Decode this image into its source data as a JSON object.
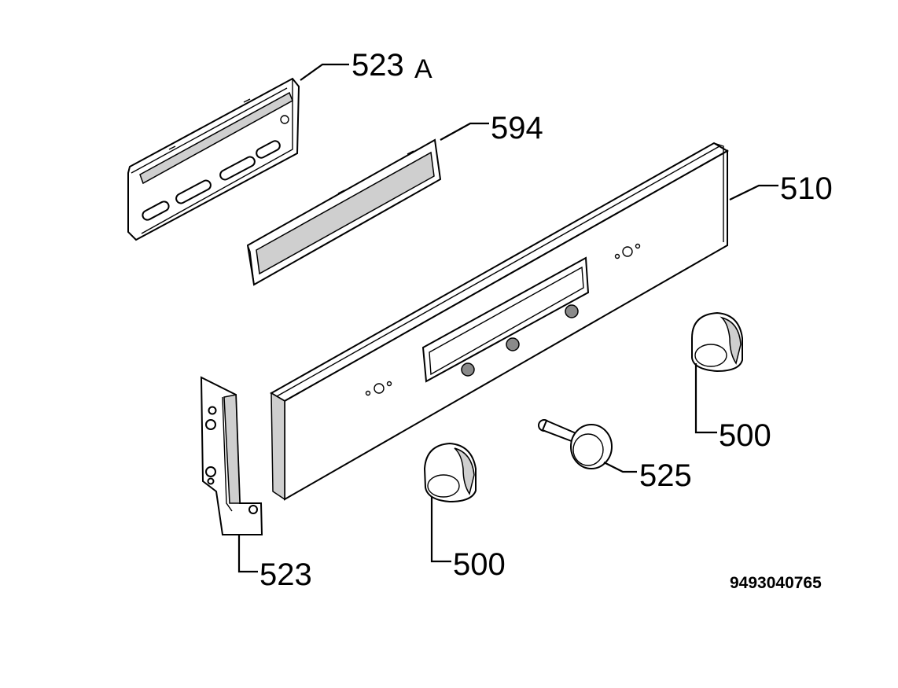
{
  "labels": {
    "trim_top": "523",
    "trim_top_suffix": "A",
    "window_strip": "594",
    "control_panel": "510",
    "knob_right": "500",
    "knob_left": "500",
    "push_button": "525",
    "side_bracket": "523"
  },
  "drawing_number": "9493040765"
}
